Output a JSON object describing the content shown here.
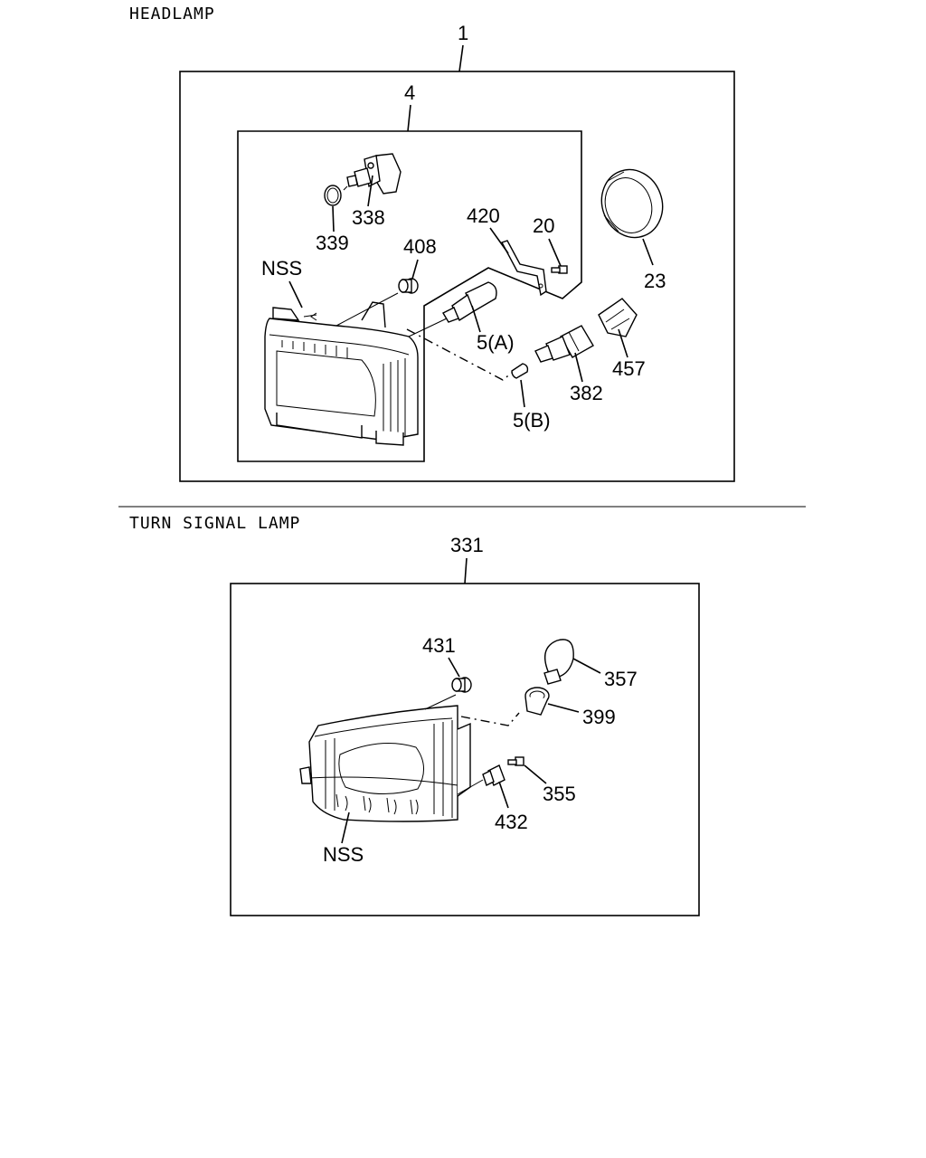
{
  "sections": {
    "headlamp": {
      "title": "HEADLAMP",
      "assembly_label": "1",
      "subassembly_label": "4",
      "callouts": {
        "c338": "338",
        "c339": "339",
        "c408": "408",
        "c420": "420",
        "c20": "20",
        "c23": "23",
        "c457": "457",
        "c382": "382",
        "c5a": "5(A)",
        "c5b": "5(B)",
        "nss": "NSS"
      }
    },
    "turn_signal": {
      "title": "TURN SIGNAL LAMP",
      "assembly_label": "331",
      "callouts": {
        "c431": "431",
        "c357": "357",
        "c399": "399",
        "c355": "355",
        "c432": "432",
        "nss": "NSS"
      }
    }
  }
}
